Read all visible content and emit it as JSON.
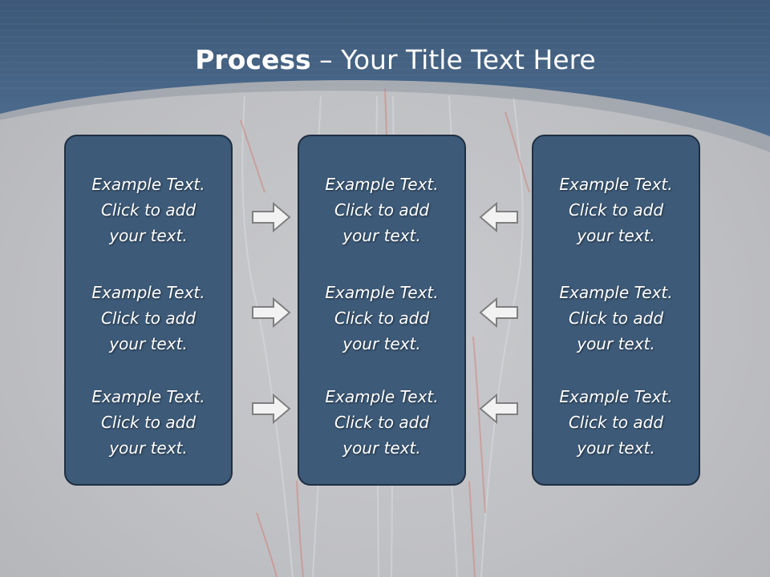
{
  "title": {
    "bold": "Process",
    "rest": " – Your Title Text Here"
  },
  "columns": [
    {
      "items": [
        {
          "line1": "Example Text.",
          "line2": "Click  to add",
          "line3": "your text."
        },
        {
          "line1": "Example Text.",
          "line2": "Click  to add",
          "line3": "your text."
        },
        {
          "line1": "Example Text.",
          "line2": "Click  to add",
          "line3": "your text."
        }
      ]
    },
    {
      "items": [
        {
          "line1": "Example Text.",
          "line2": "Click  to add",
          "line3": "your text."
        },
        {
          "line1": "Example Text.",
          "line2": "Click  to add",
          "line3": "your text."
        },
        {
          "line1": "Example Text.",
          "line2": "Click  to add",
          "line3": "your text."
        }
      ]
    },
    {
      "items": [
        {
          "line1": "Example Text.",
          "line2": "Click  to add",
          "line3": "your text."
        },
        {
          "line1": "Example Text.",
          "line2": "Click  to add",
          "line3": "your text."
        },
        {
          "line1": "Example Text.",
          "line2": "Click  to add",
          "line3": "your text."
        }
      ]
    }
  ],
  "colors": {
    "header": "#466485",
    "box_fill": "#3d5a78",
    "box_border": "#1f2f42",
    "arrow_fill": "#f2f2f2",
    "arrow_stroke": "#7f7f7f"
  },
  "icons": {
    "arrows_left_column": "arrow-right-icon",
    "arrows_right_column": "arrow-left-icon"
  }
}
